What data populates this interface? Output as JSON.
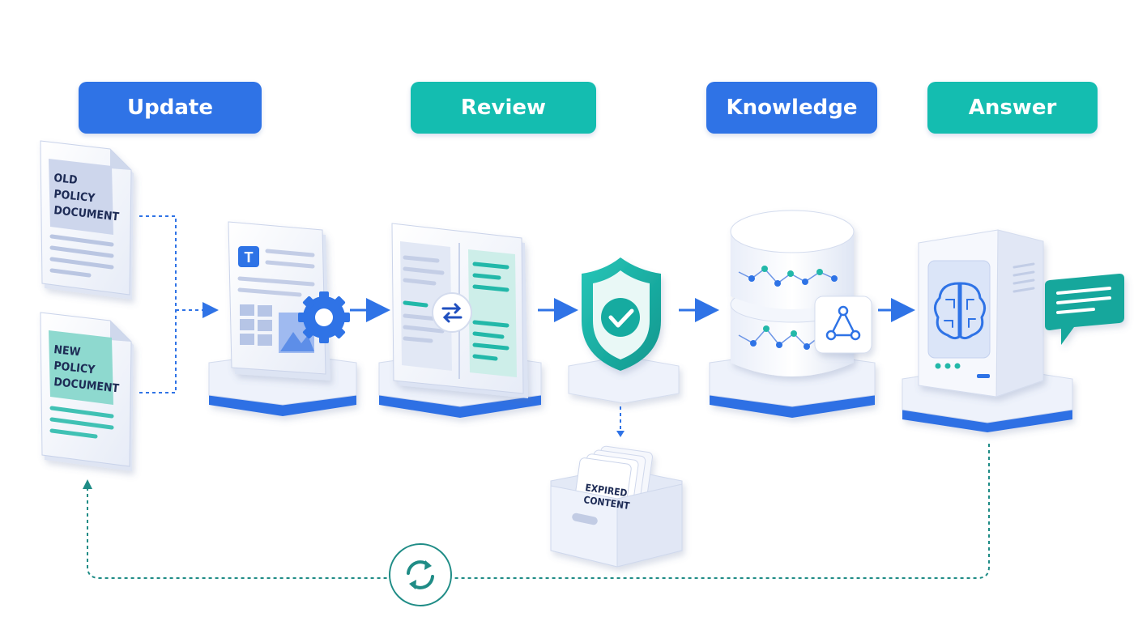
{
  "stages": {
    "update": "Update",
    "review": "Review",
    "knowledge": "Knowledge",
    "answer": "Answer"
  },
  "documents": {
    "old": [
      "OLD",
      "POLICY",
      "DOCUMENT"
    ],
    "new": [
      "NEW",
      "POLICY",
      "DOCUMENT"
    ]
  },
  "archive": [
    "EXPIRED",
    "CONTENT"
  ],
  "editor_letter": "T",
  "colors": {
    "blue": "#2f73e6",
    "teal": "#14bdb0",
    "loop": "#1f8c86",
    "surface": "#eef2fb"
  }
}
